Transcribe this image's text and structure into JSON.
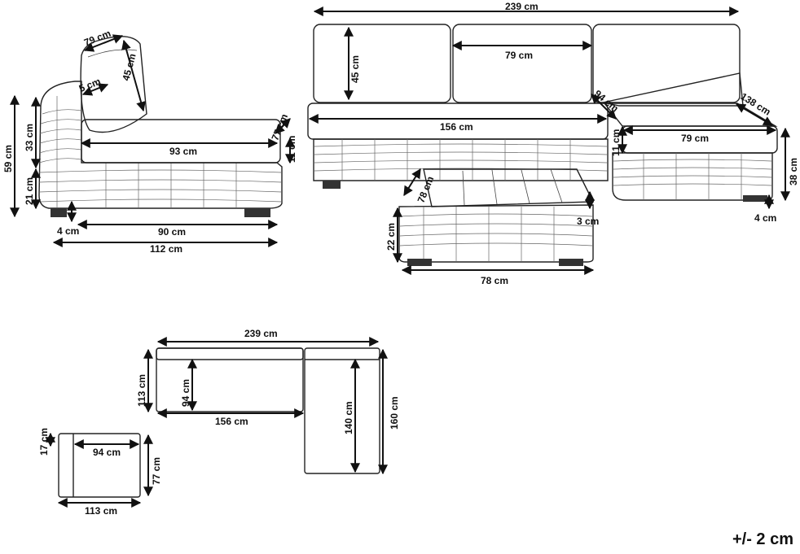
{
  "dimensions": {
    "chair_backrest_width": "79 cm",
    "chair_backrest_depth": "5 cm",
    "chair_backrest_height": "45 cm",
    "chair_total_height": "59 cm",
    "chair_upper_height": "33 cm",
    "chair_seat_height": "21 cm",
    "chair_cushion_length": "93 cm",
    "chair_cushion_width": "77 cm",
    "chair_cushion_thickness": "11 cm",
    "chair_leg_height": "4 cm",
    "chair_seat_length": "90 cm",
    "chair_total_length": "112 cm",
    "sofa_total_width": "239 cm",
    "sofa_back_cushion_height": "45 cm",
    "sofa_back_cushion_width": "79 cm",
    "sofa_seat_cushion_length": "156 cm",
    "sofa_corner_depth": "94 cm",
    "sofa_chaise_length": "138 cm",
    "sofa_chaise_cushion_width": "79 cm",
    "sofa_chaise_cushion_thickness": "11 cm",
    "sofa_height": "38 cm",
    "sofa_leg_height": "4 cm",
    "table_top_depth": "78 cm",
    "table_top_thickness": "3 cm",
    "table_height": "22 cm",
    "table_width": "78 cm",
    "plan_total_width": "239 cm",
    "plan_depth": "113 cm",
    "plan_inner_depth": "94 cm",
    "plan_seat_length": "156 cm",
    "plan_chaise_inner": "140 cm",
    "plan_chaise_total": "160 cm",
    "plan_chair_arm": "17 cm",
    "plan_chair_inner": "94 cm",
    "plan_chair_depth": "77 cm",
    "plan_chair_width": "113 cm"
  },
  "tolerance": "+/- 2 cm"
}
